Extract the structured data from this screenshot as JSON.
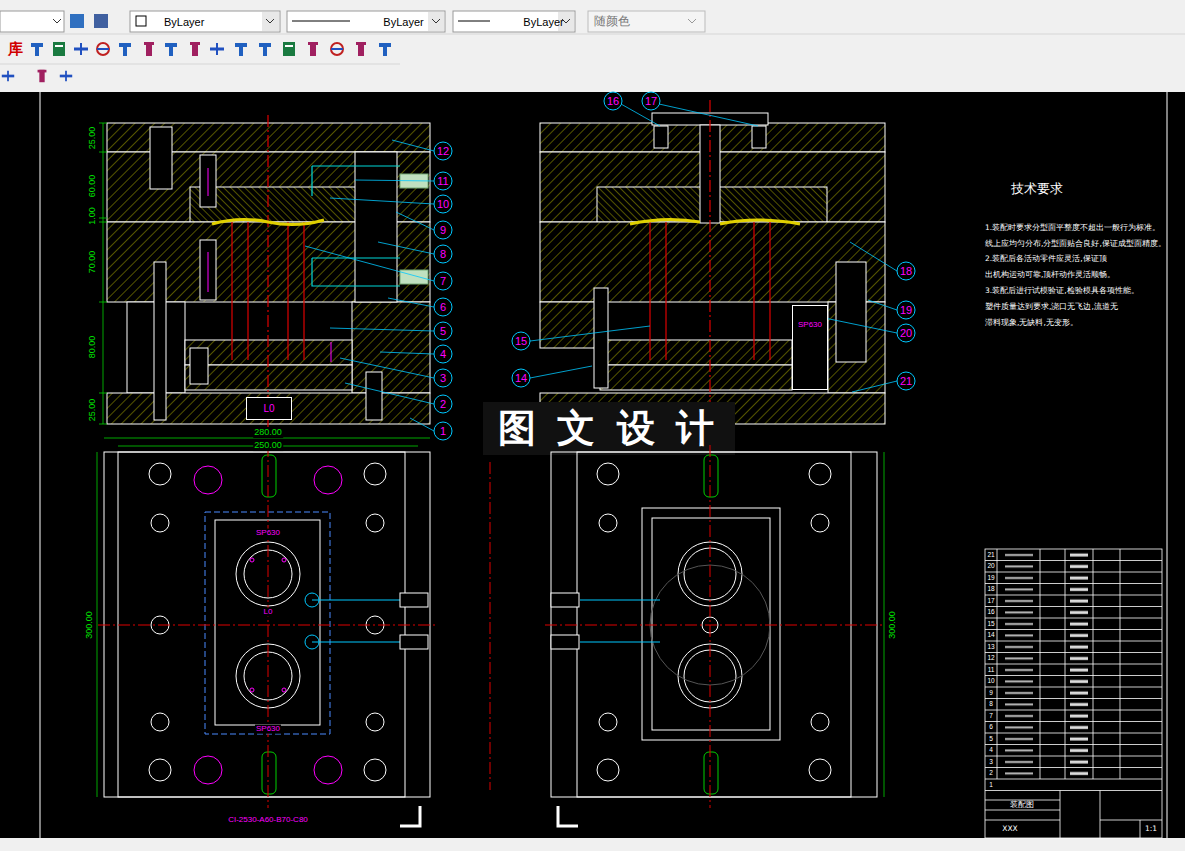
{
  "diagram": {
    "nodes": [
      {
        "text": [
          "ByLayer"
        ]
      },
      {
        "text": [
          "ByLayer"
        ]
      },
      {
        "text": [
          "ByLayer"
        ]
      },
      {
        "text": [
          "随颜色"
        ]
      },
      {
        "text": [
          "SP630"
        ]
      },
      {
        "text": [
          "L0"
        ]
      }
    ],
    "labels": [
      "库",
      "12",
      "11",
      "10",
      "9",
      "8",
      "7",
      "6",
      "5",
      "4",
      "3",
      "2",
      "1",
      "16",
      "17",
      "18",
      "19",
      "20",
      "21",
      "15",
      "14",
      "25.00",
      "60.00",
      "1.00",
      "70.00",
      "80.00",
      "25.00",
      "280.00",
      "250.00",
      "300.00",
      "300.00",
      "SP630",
      "SP630",
      "L0",
      "CI-2530-A60-B70-C80",
      "图 文 设 计",
      "技术要求",
      "1.装配时要求分型面平整度不超出一般行为标准。",
      "线上应均匀分布,分型面贴合良好,保证成型面精度。",
      "2.装配后各活动零件应灵活,保证顶",
      "出机构运动可靠,顶杆动作灵活顺畅。",
      "3.装配后进行试模验证,检验模具各项性能。",
      "塑件质量达到要求,浇口无飞边,流道无",
      "滞料现象,无缺料,无变形。",
      "21",
      "20",
      "19",
      "18",
      "17",
      "16",
      "15",
      "14",
      "13",
      "12",
      "11",
      "10",
      "9",
      "8",
      "7",
      "6",
      "5",
      "4",
      "3",
      "2",
      "1",
      "装配图",
      "XXX",
      "1:1"
    ]
  }
}
